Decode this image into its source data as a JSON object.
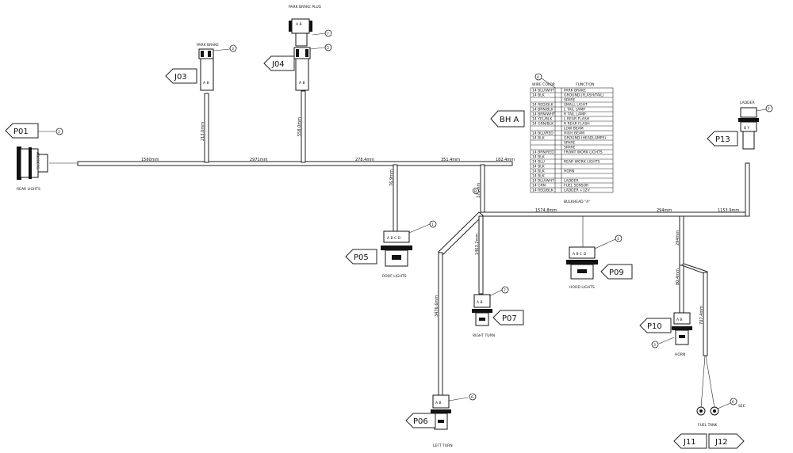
{
  "connectors": [
    {
      "id": "P01",
      "caption": "REAR LIGHTS",
      "pins": "ABCDEFG",
      "bubble": "2"
    },
    {
      "id": "J03",
      "caption": "PARK BRAKE",
      "pins": "A B",
      "bubble": "3"
    },
    {
      "id": "J04",
      "caption": "PARK BRAKE PLUG",
      "pins": "A B",
      "bubble": "7",
      "bubble2": "3"
    },
    {
      "id": "P05",
      "caption": "ROOF LIGHTS",
      "pins": "A B C D",
      "bubble": "1"
    },
    {
      "id": "P06",
      "caption": "LEFT TURN",
      "pins": "A B",
      "bubble": "6"
    },
    {
      "id": "P07",
      "caption": "RIGHT TURN",
      "pins": "A B",
      "bubble": "7"
    },
    {
      "id": "P09",
      "caption": "HOOD LIGHTS",
      "pins": "A B C D",
      "bubble": "1"
    },
    {
      "id": "P10",
      "caption": "HORN",
      "pins": "A B",
      "bubble": "3"
    },
    {
      "id": "P13",
      "caption": "LADDER",
      "pins": "B Y",
      "bubble": "7"
    },
    {
      "id": "J11",
      "caption": "FUEL TANK",
      "pins": "",
      "bubble": "6"
    },
    {
      "id": "J12",
      "caption": "",
      "pins": "",
      "bubble": ""
    }
  ],
  "bulkhead": {
    "tag": "BH A",
    "title": "BULKHEAD \"A\"",
    "bubble": "4",
    "header_color": "WIRE COLOR",
    "header_function": "FUNCTION",
    "rows": [
      {
        "wire": "14 BLU/WHT",
        "func": "PARK BRAKE"
      },
      {
        "wire": "14 BLK",
        "func": "GROUND (FLASH/TAIL)"
      },
      {
        "wire": "",
        "func": "SPARE"
      },
      {
        "wire": "14 RED/BLK",
        "func": "SMALL LIGHT"
      },
      {
        "wire": "14 BRN/BLK",
        "func": "L TAIL LAMP"
      },
      {
        "wire": "14 BRN/WHT",
        "func": "R TAIL LAMP"
      },
      {
        "wire": "14 YEL/BLK",
        "func": "L REAR FLASH"
      },
      {
        "wire": "14 GRN/BLK",
        "func": "R REAR FLASH"
      },
      {
        "wire": "",
        "func": "LOW BEAM"
      },
      {
        "wire": "14 BLU/RED",
        "func": "HIGH BEAM"
      },
      {
        "wire": "14 BLK",
        "func": "GROUND (HEADLAMPS)"
      },
      {
        "wire": "",
        "func": "SPARE"
      },
      {
        "wire": "",
        "func": "SPARE"
      },
      {
        "wire": "14 BRN/RED",
        "func": "FRONT WORK LIGHTS"
      },
      {
        "wire": "14 BLK",
        "func": ""
      },
      {
        "wire": "14 BLU",
        "func": "REAR WORK LIGHTS"
      },
      {
        "wire": "14 BLK",
        "func": ""
      },
      {
        "wire": "14 BLK",
        "func": "HORN"
      },
      {
        "wire": "14 BLK",
        "func": ""
      },
      {
        "wire": "14 BLU/WHT",
        "func": "LADDER"
      },
      {
        "wire": "14 GRN",
        "func": "FUEL SENSOR"
      },
      {
        "wire": "14 RED/BLK",
        "func": "LADDER +12V"
      }
    ]
  },
  "lengths": {
    "main_1": "1560mm",
    "main_2": "2971mm",
    "main_3": "278.4mm",
    "main_4": "351.4mm",
    "main_5": "182.4mm",
    "j03_drop": "213.0mm",
    "j04_drop": "558.0mm",
    "p05_drop": "76.9mm",
    "bh_drop": "178mm",
    "lower_1": "1574.8mm",
    "lower_2": "294mm",
    "lower_3": "1153.9mm",
    "left_turn": "3476.6mm",
    "right_turn": "1463.2mm",
    "horn_a": "294mm",
    "horn_b": "80.4mm",
    "fuel": "707.4mm"
  },
  "labels": {
    "bulkhead_marker": "B",
    "j11_note": "SEE"
  }
}
